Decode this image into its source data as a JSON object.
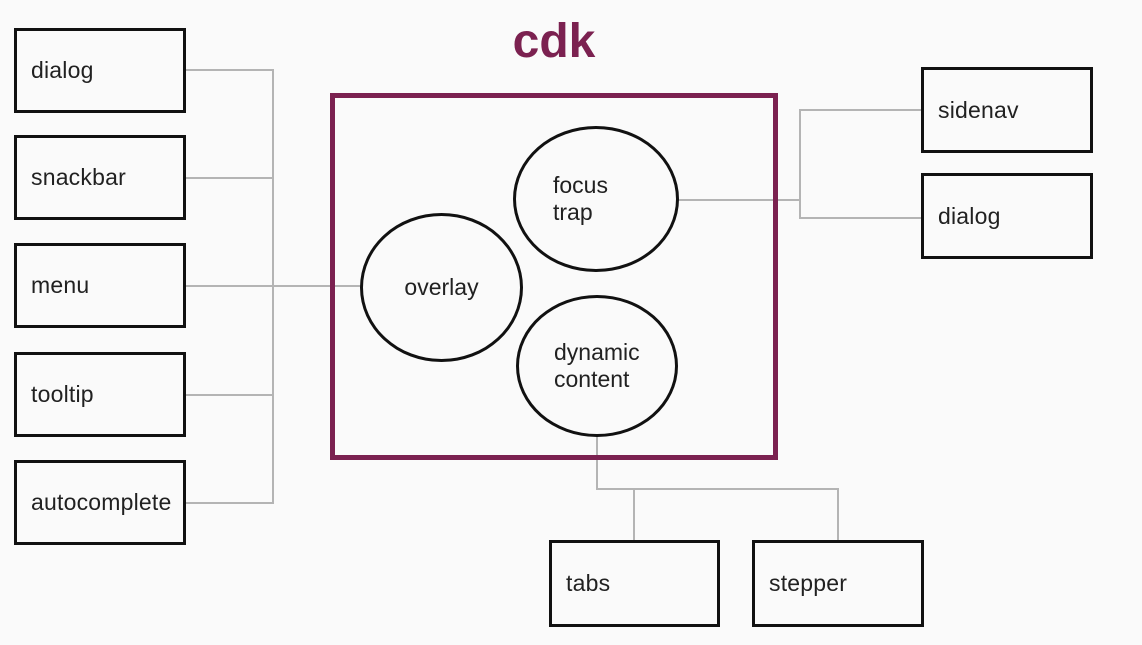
{
  "diagram": {
    "title": "cdk",
    "cdk_group": {
      "circles": [
        {
          "name": "focus-trap",
          "lines": [
            "focus",
            "trap"
          ]
        },
        {
          "name": "overlay",
          "lines": [
            "overlay"
          ]
        },
        {
          "name": "dynamic-content",
          "lines": [
            "dynamic",
            "content"
          ]
        }
      ]
    },
    "left_nodes": [
      {
        "label": "dialog"
      },
      {
        "label": "snackbar"
      },
      {
        "label": "menu"
      },
      {
        "label": "tooltip"
      },
      {
        "label": "autocomplete"
      }
    ],
    "right_nodes": [
      {
        "label": "sidenav"
      },
      {
        "label": "dialog"
      }
    ],
    "bottom_nodes": [
      {
        "label": "tabs"
      },
      {
        "label": "stepper"
      }
    ],
    "colors": {
      "accent": "#7b2150",
      "node_border": "#111111",
      "connector": "#b4b4b4",
      "background": "#fafafa",
      "text": "#212121"
    }
  }
}
